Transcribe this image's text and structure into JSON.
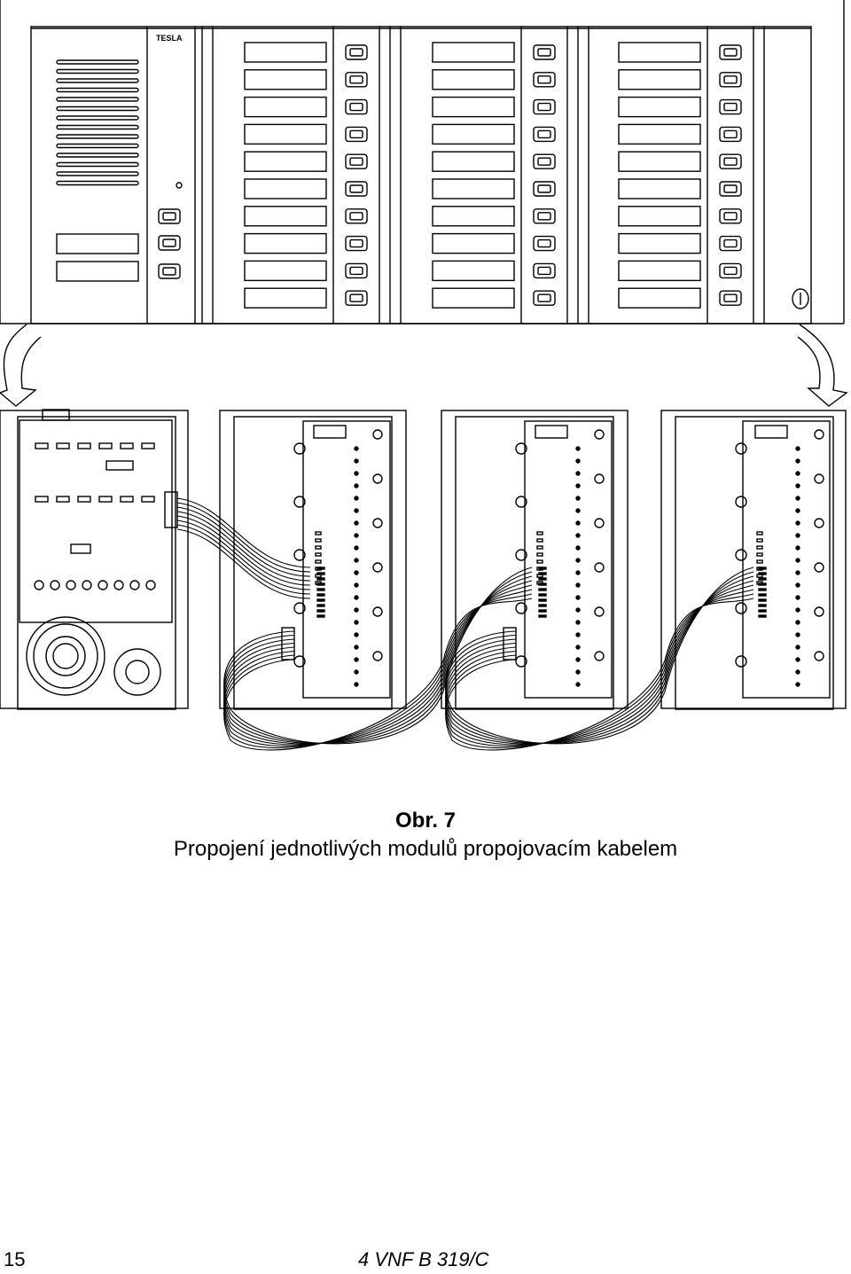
{
  "figure": {
    "brand_label": "TESLA",
    "caption_title": "Obr. 7",
    "caption_subtitle": "Propojení jednotlivých modulů propojovacím kabelem"
  },
  "footer": {
    "page_number": "15",
    "document_code": "4 VNF B 319/C"
  }
}
